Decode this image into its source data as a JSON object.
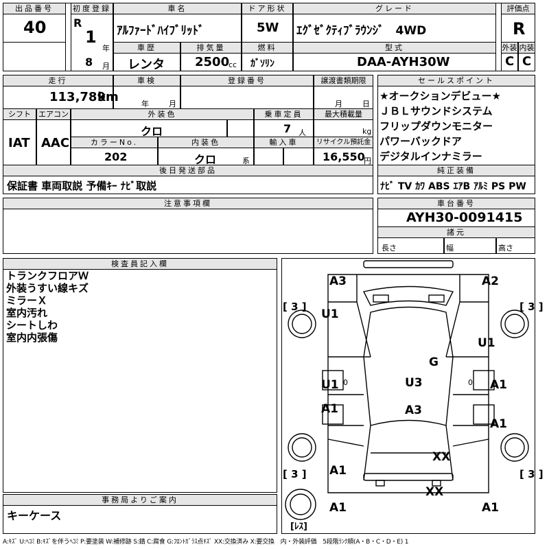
{
  "lot": {
    "label": "出品番号",
    "value": "40"
  },
  "first_reg": {
    "label": "初度登録",
    "era": "R",
    "year": "1",
    "year_unit": "年",
    "month": "8",
    "month_unit": "月"
  },
  "car_name": {
    "label": "車名",
    "value": "ｱﾙﾌｧｰﾄﾞﾊｲﾌﾞﾘｯﾄﾞ"
  },
  "doors": {
    "label": "ドア形状",
    "value": "5W"
  },
  "grade": {
    "label": "グレード",
    "value": "ｴｸﾞｾﾞｸﾃｨﾌﾞﾗｳﾝｼﾞ　4WD"
  },
  "score": {
    "label": "評価点",
    "value": "R",
    "ext_label": "外装",
    "ext_value": "C",
    "int_label": "内装",
    "int_value": "C"
  },
  "history": {
    "label": "車歴",
    "value": "レンタ"
  },
  "displacement": {
    "label": "排気量",
    "value": "2500",
    "unit": "cc"
  },
  "fuel": {
    "label": "燃料",
    "value": "ｶﾞｿﾘﾝ"
  },
  "model": {
    "label": "型式",
    "value": "DAA-AYH30W"
  },
  "mileage": {
    "label": "走行",
    "value": "113,789",
    "unit": "km"
  },
  "inspection": {
    "label": "車検",
    "year_unit": "年",
    "month_unit": "月"
  },
  "plate": {
    "label": "登録番号"
  },
  "transfer": {
    "label": "譲渡書類期限",
    "month_unit": "月",
    "day_unit": "日"
  },
  "shift": {
    "label": "シフト",
    "value": "IAT"
  },
  "aircon": {
    "label": "エアコン",
    "value": "AAC"
  },
  "exterior_color": {
    "label": "外装色",
    "value": "クロ"
  },
  "capacity": {
    "label": "乗車定員",
    "value": "7",
    "unit": "人"
  },
  "max_load": {
    "label": "最大積載量",
    "unit": "kg"
  },
  "color_no": {
    "label": "カラーNo.",
    "value": "202"
  },
  "interior_color": {
    "label": "内装色",
    "value": "クロ",
    "unit": "系"
  },
  "import": {
    "label": "輸入車"
  },
  "recycle": {
    "label": "リサイクル預託金",
    "value": "16,550",
    "unit": "円"
  },
  "sales_points": {
    "label": "セールスポイント",
    "items": [
      "★オークションデビュー★",
      "ＪＢＬサウンドシステム",
      "フリップダウンモニター",
      "パワーバックドア",
      "デジタルインナミラー"
    ]
  },
  "later_parts": {
    "label": "後日発送部品",
    "value": "保証書 車両取説 予備ｷｰ ﾅﾋﾞ取説"
  },
  "equipment": {
    "label": "純正装備",
    "value": "ﾅﾋﾞ TV ｶﾜ ABS ｴｱB ｱﾙﾐ PS PW"
  },
  "notes": {
    "label": "注意事項欄"
  },
  "chassis": {
    "label": "車台番号",
    "value": "AYH30-0091415"
  },
  "specs": {
    "label": "諸元",
    "length": "長さ",
    "width": "幅",
    "height": "高さ"
  },
  "inspector": {
    "label": "検査員記入欄",
    "lines": [
      "トランクフロアＷ",
      "外装うすい線キズ",
      "ミラーＸ",
      "室内汚れ",
      "シートしわ",
      "室内内張傷"
    ]
  },
  "office": {
    "label": "事務局よりご案内",
    "value": "キーケース"
  },
  "diagram": {
    "marks": [
      "A3",
      "A2",
      "U1",
      "U1",
      "G",
      "U1",
      "U3",
      "A1",
      "A1",
      "A3",
      "XX",
      "A1",
      "A1",
      "XX",
      "A1",
      "A1"
    ],
    "tires": "[ 3 ]",
    "spare": "[ﾚｽ]",
    "side_zero": "0"
  },
  "legend": "A:ｷｽﾞ U:ﾍｺﾐ B:ｷｽﾞを伴うﾍｺﾐ P:要塗装 W:補修跡 S:錆 C:腐食 G:ﾌﾛﾝﾄｶﾞﾗｽ点ｷｽﾞ XX:交換済み X:要交換　内・外装評価　5段階ﾗﾝｸ順(A・B・C・D・E) 1"
}
